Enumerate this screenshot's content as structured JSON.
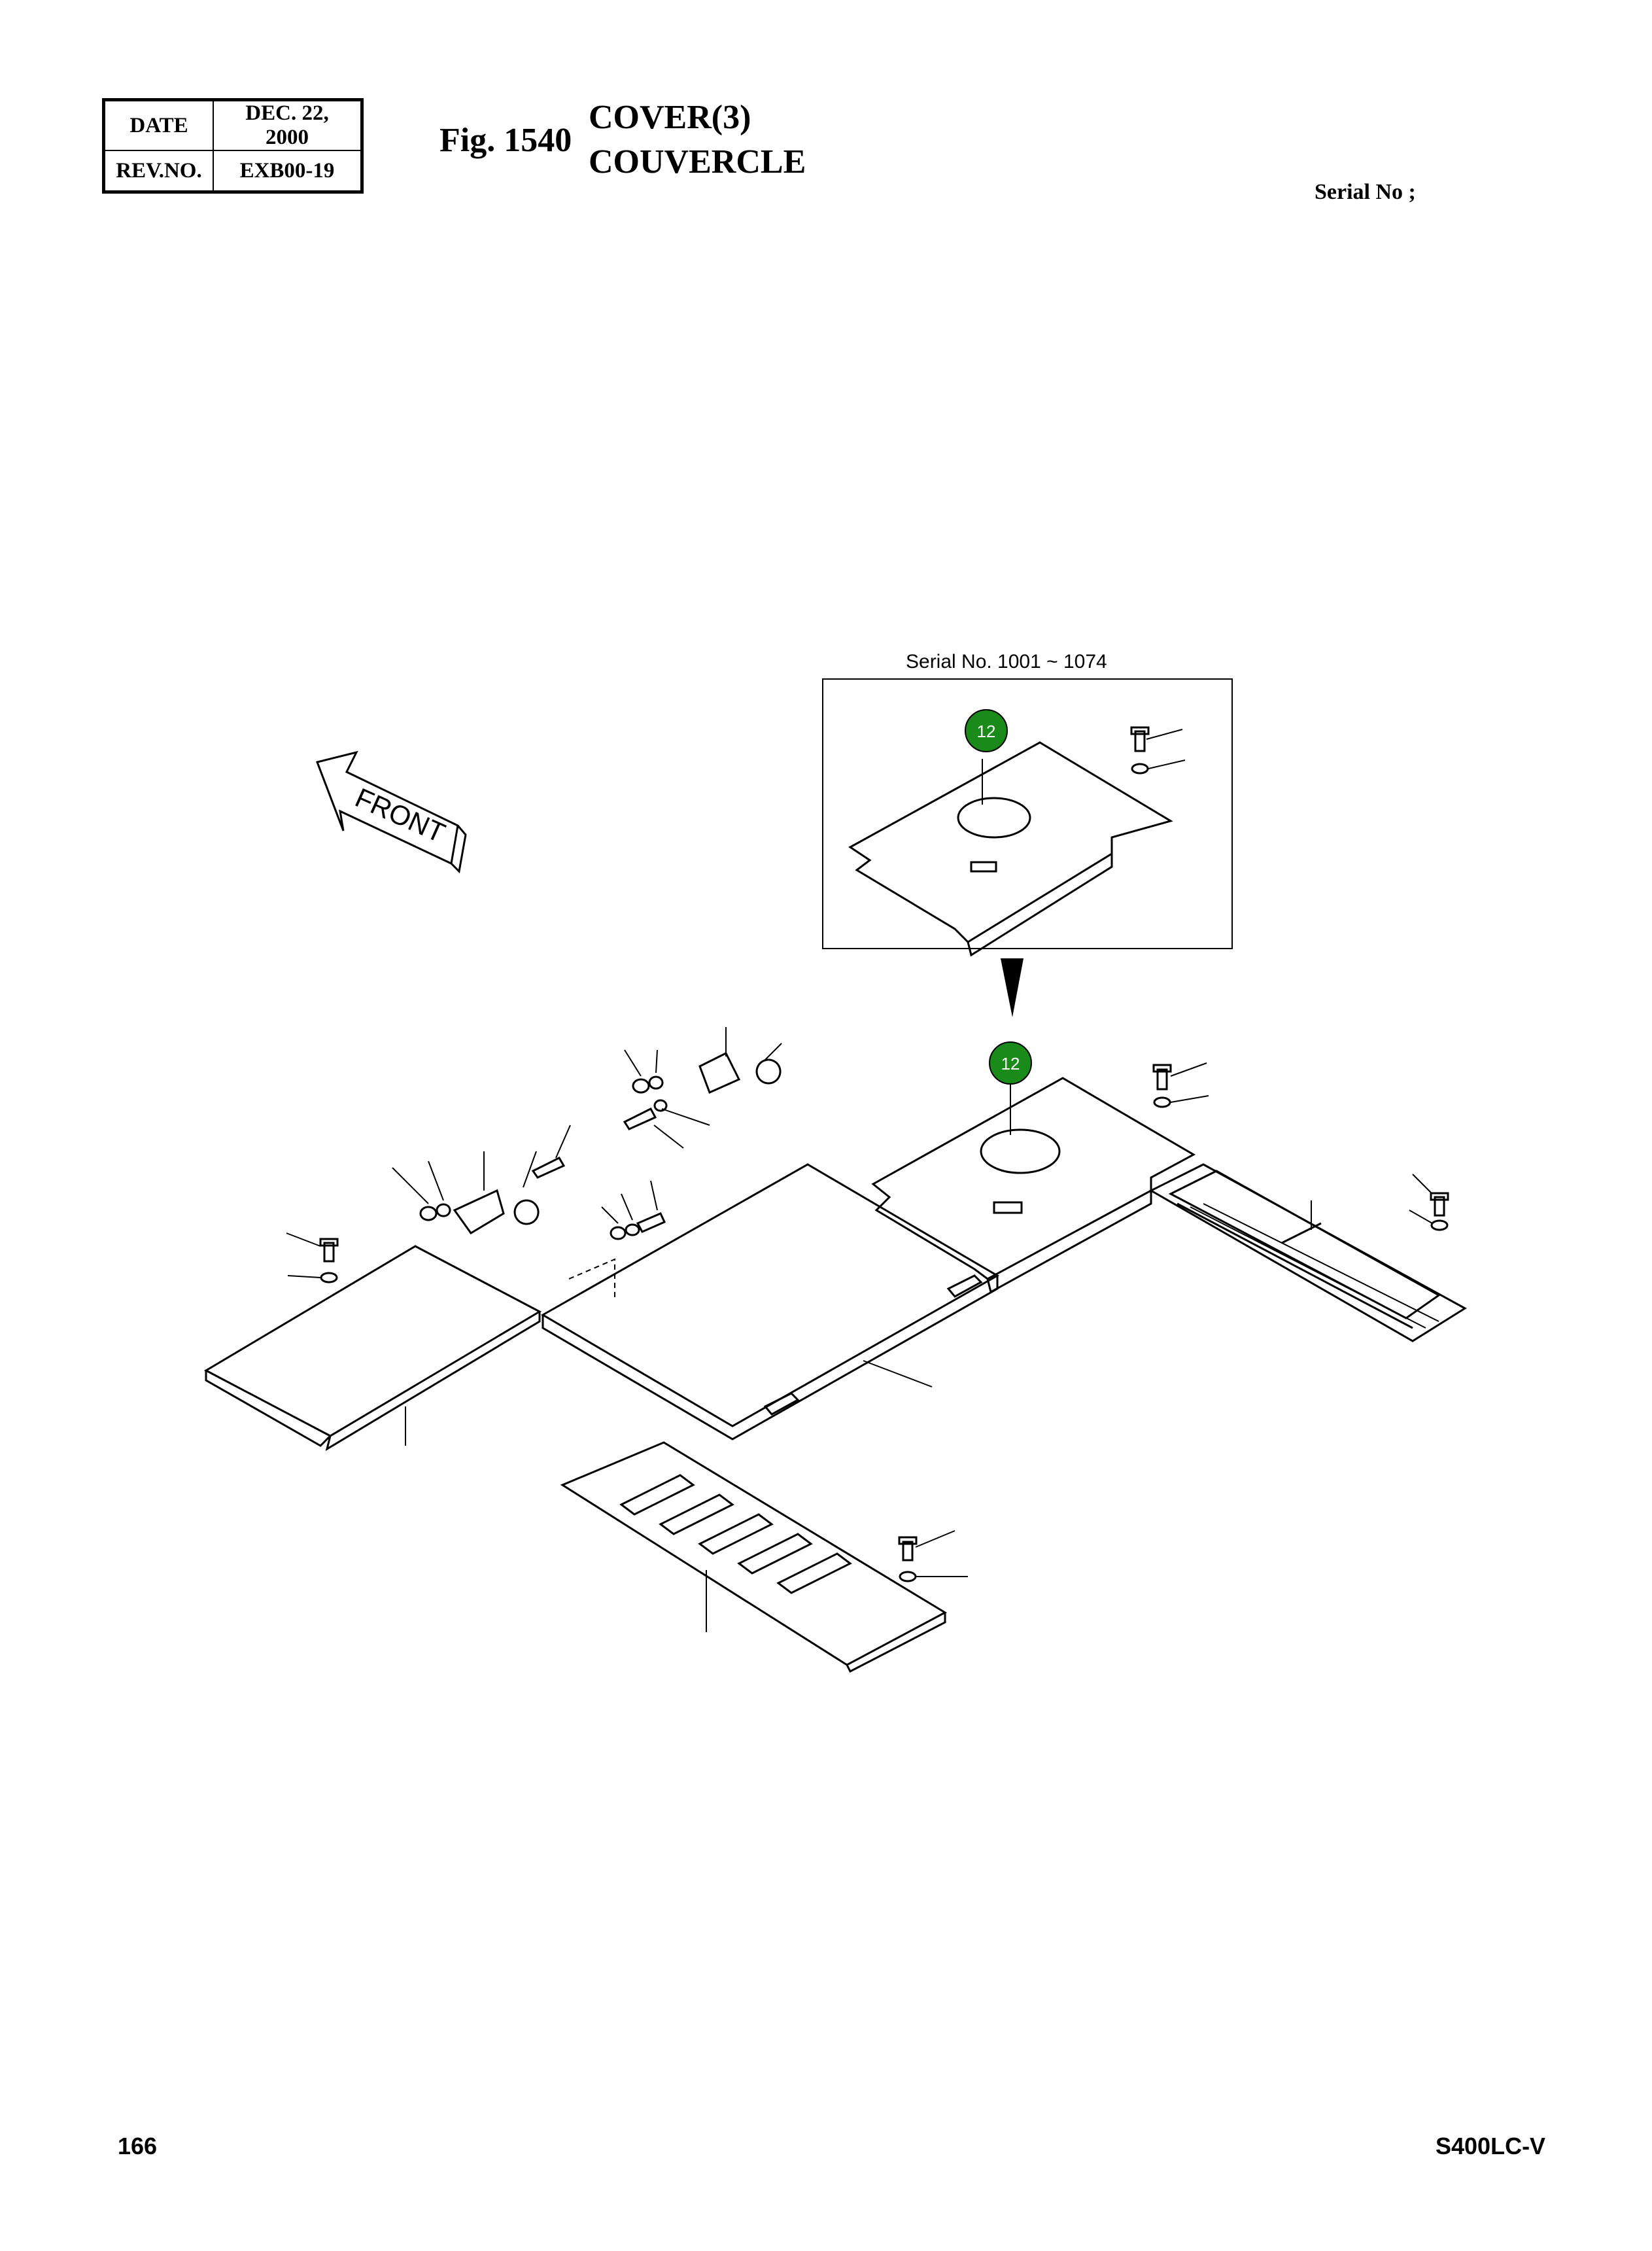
{
  "header": {
    "date_label": "DATE",
    "date_value": "DEC. 22, 2000",
    "rev_label": "REV.NO.",
    "rev_value": "EXB00-19",
    "figure": "Fig. 1540",
    "title_en": "COVER(3)",
    "title_fr": "COUVERCLE",
    "serial_label": "Serial No ;"
  },
  "drawing": {
    "front_label": "FRONT",
    "inset_caption": "Serial No. 1001 ~ 1074",
    "callout_inset": "12",
    "callout_main": "12",
    "callout_color": "#1a8a1a"
  },
  "footer": {
    "page_number": "166",
    "model": "S400LC-V"
  }
}
